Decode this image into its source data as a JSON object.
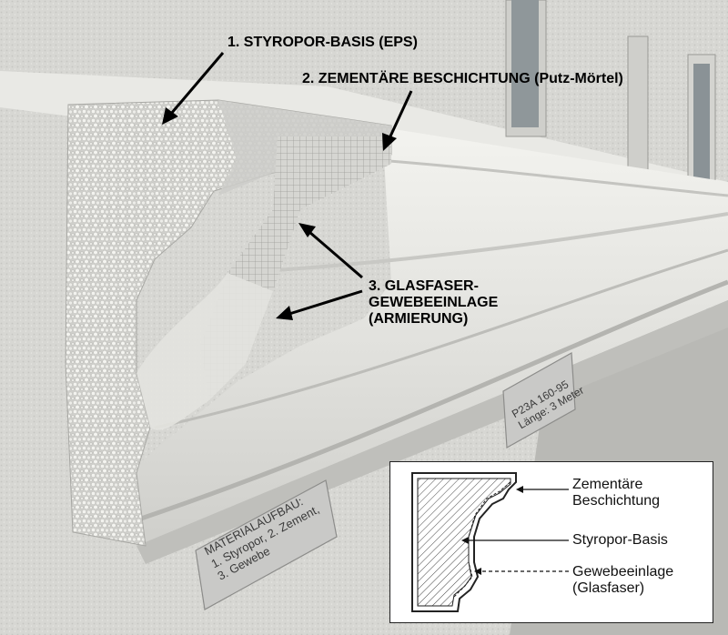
{
  "callouts": {
    "c1": "1. STYROPOR-BASIS (EPS)",
    "c2": "2. ZEMENTÄRE BESCHICHTUNG (Putz-Mörtel)",
    "c3_line1": "3. GLASFASER-",
    "c3_line2": "GEWEBEEINLAGE",
    "c3_line3": "(ARMIERUNG)"
  },
  "plate_left": {
    "line1": "MATERIALAUFBAU:",
    "line2": "1. Styropor, 2. Zement,",
    "line3": "3. Gewebe"
  },
  "plate_right": {
    "line1": "P23A 160-95",
    "line2": "Länge: 3 Meter"
  },
  "inset": {
    "label1_line1": "Zementäre",
    "label1_line2": "Beschichtung",
    "label2": "Styropor-Basis",
    "label3_line1": "Gewebeeinlage",
    "label3_line2": "(Glasfaser)"
  },
  "colors": {
    "wall": "#d9d9d6",
    "molding": "#eeeeea",
    "foam": "#e4e4e0",
    "mesh": "#a8a8a4",
    "plate": "#c8c8c6"
  }
}
